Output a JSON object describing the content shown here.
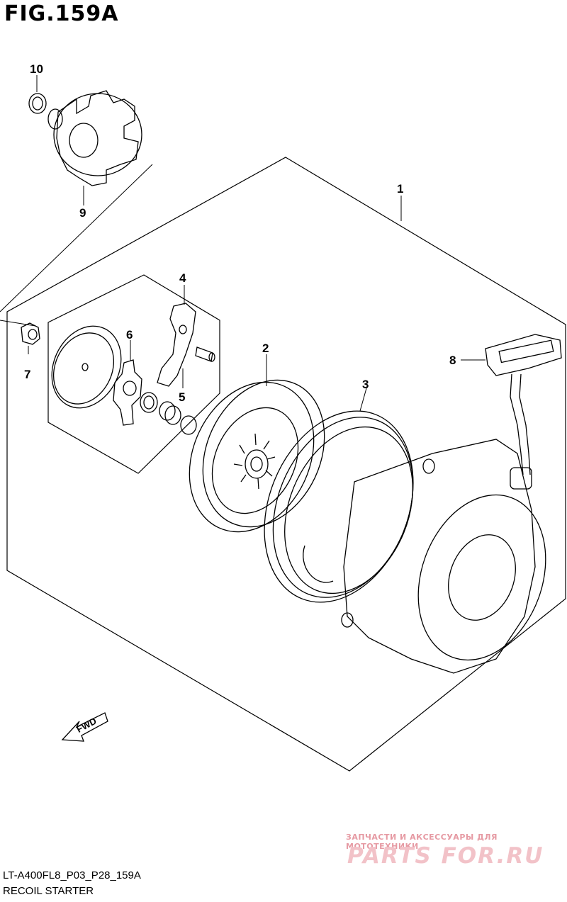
{
  "figure": {
    "title": "FIG.159A",
    "code": "LT-A400FL8_P03_P28_159A",
    "subtitle": "RECOIL STARTER"
  },
  "callouts": [
    "1",
    "2",
    "3",
    "4",
    "5",
    "6",
    "7",
    "8",
    "9",
    "10"
  ],
  "fwd_label": "FWD",
  "watermark": {
    "line1": "ЗАПЧАСТИ И АКСЕССУАРЫ ДЛЯ МОТОТЕХНИКИ",
    "line2": "PARTS FOR.RU"
  }
}
